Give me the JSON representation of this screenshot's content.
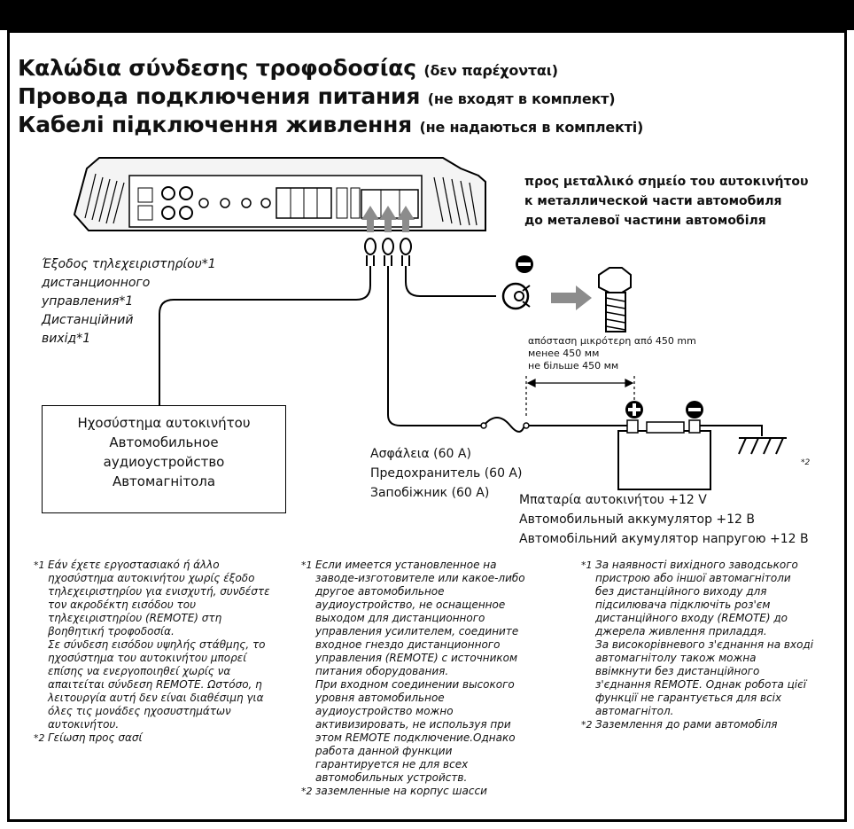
{
  "titles": [
    {
      "main": "Καλώδια σύνδεσης τροφοδοσίας",
      "note": "(δεν παρέχονται)"
    },
    {
      "main": "Провода подключения питания",
      "note": "(не входят в комплект)"
    },
    {
      "main": "Кабелі підключення живлення",
      "note": "(не надаються в комплекті)"
    }
  ],
  "ground_point": [
    "προς μεταλλικό σημείο του αυτοκινήτου",
    "к металлической части автомобиля",
    "до металевої частини автомобіля"
  ],
  "remote_output": [
    "Έξοδος τηλεχειριστηρίου*1",
    "дистанционного",
    "управления*1",
    "Дистанційний",
    "вихід*1"
  ],
  "car_audio": [
    "Ηχοσύστημα αυτοκινήτου",
    "Автомобильное",
    "аудиоустройство",
    "Автомагнітола"
  ],
  "distance": [
    "απόσταση μικρότερη από 450 mm",
    "менее 450 мм",
    "не більше 450 мм"
  ],
  "fuse": [
    "Ασφάλεια (60 A)",
    "Предохранитель (60 A)",
    "Запобіжник (60 A)"
  ],
  "battery": [
    "Μπαταρία αυτοκινήτου +12 V",
    "Автомобильный аккумулятор +12 В",
    "Автомобільний акумулятор напругою +12 В"
  ],
  "ground_mark": "*2",
  "footnotes_greek": {
    "n1": "*1",
    "n1_lines": [
      "Εάν έχετε εργοστασιακό ή άλλο",
      "ηχοσύστημα αυτοκινήτου χωρίς έξοδο",
      "τηλεχειριστηρίου για ενισχυτή, συνδέστε",
      "τον ακροδέκτη εισόδου του",
      "τηλεχειριστηρίου (REMOTE) στη",
      "βοηθητική τροφοδοσία.",
      "Σε σύνδεση εισόδου υψηλής στάθμης, το",
      "ηχοσύστημα του αυτοκινήτου μπορεί",
      "επίσης να ενεργοποιηθεί χωρίς να",
      "απαιτείται σύνδεση REMOTE. Ωστόσο, η",
      "λειτουργία αυτή δεν είναι διαθέσιμη για",
      "όλες τις μονάδες ηχοσυστημάτων",
      "αυτοκινήτου."
    ],
    "n2": "*2",
    "n2_text": "Γείωση προς σασί"
  },
  "footnotes_russian": {
    "n1": "*1",
    "n1_lines": [
      "Если имеется установленное на",
      "заводе-изготовителе или какое-либо",
      "другое автомобильное",
      "аудиоустройство, не оснащенное",
      "выходом для дистанционного",
      "управления усилителем, соедините",
      "входное гнездо дистанционного",
      "управления (REMOTE) с источником",
      "питания оборудования.",
      "При входном соединении высокого",
      "уровня автомобильное",
      "аудиоустройство можно",
      "активизировать, не используя при",
      "этом REMOTE подключение.Однако",
      "работа данной функции",
      "гарантируется не для всех",
      "автомобильных устройств."
    ],
    "n2": "*2",
    "n2_text": "заземленные на корпус шасси"
  },
  "footnotes_ukrainian": {
    "n1": "*1",
    "n1_lines": [
      "За наявності вихідного заводського",
      "пристрою або іншої автомагнітоли",
      "без дистанційного виходу для",
      "підсилювача підключіть роз'єм",
      "дистанційного входу (REMOTE) до",
      "джерела живлення приладдя.",
      "За високорівневого з'єднання на вході",
      "автомагнітолу також можна",
      "ввімкнути без дистанційного",
      "з'єднання REMOTE. Однак робота цієї",
      "функції не гарантується для всіх",
      "автомагнітол."
    ],
    "n2": "*2",
    "n2_text": "Заземлення до рами автомобіля"
  },
  "colors": {
    "ink": "#000000",
    "arrow_gray": "#8c8c8c",
    "amp_fill": "#f4f4f4"
  }
}
